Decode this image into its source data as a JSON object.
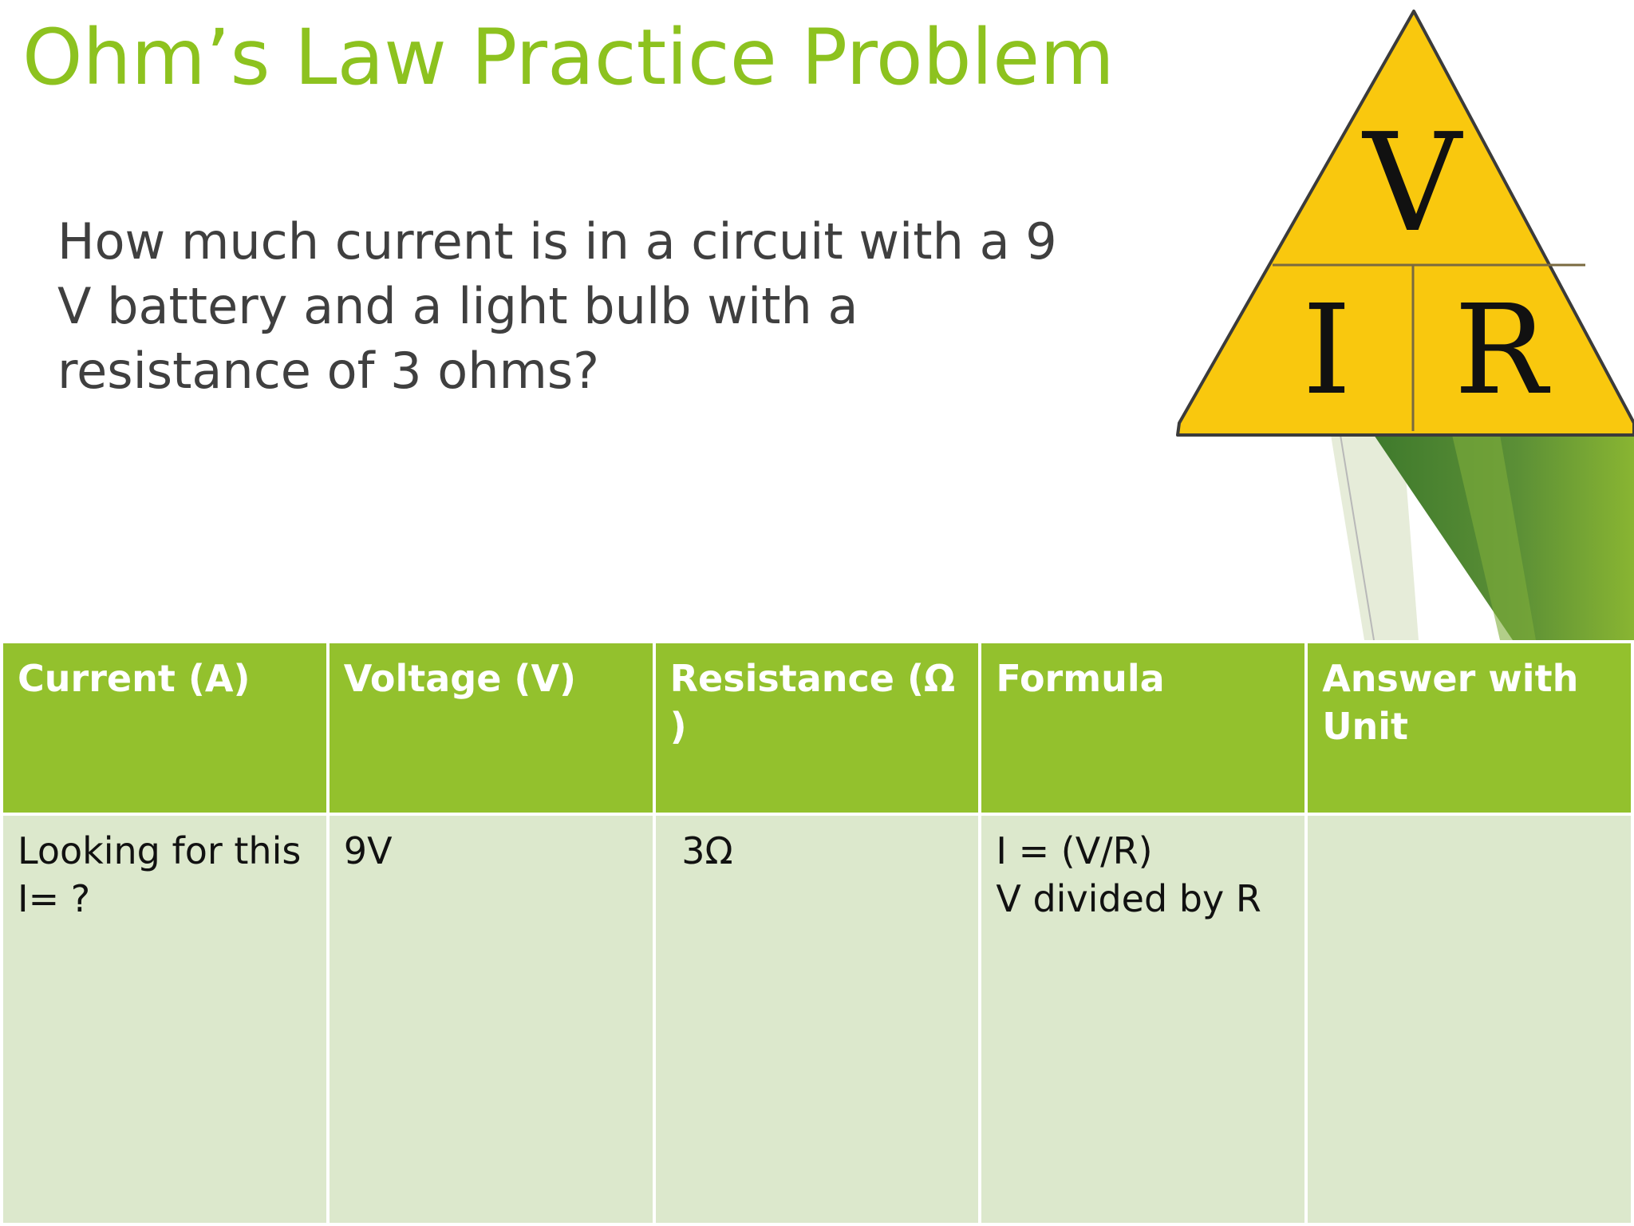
{
  "slide": {
    "title": "Ohm’s Law Practice Problem",
    "question_lines": [
      "How much current is in a circuit with a 9",
      "V battery and a light bulb with a",
      "resistance of 3 ohms?"
    ]
  },
  "triangle": {
    "top_letter": "V",
    "bottom_left_letter": "I",
    "bottom_right_letter": "R",
    "fill_color": "#f9c80e"
  },
  "table": {
    "headers": [
      "Current (A)",
      "Voltage (V)",
      "Resistance (Ω )",
      "Formula",
      "Answer with Unit"
    ],
    "rows": [
      {
        "current": [
          "Looking for this",
          "I= ?"
        ],
        "voltage": "9V",
        "resistance": " 3Ω",
        "formula": [
          "I = (V/R)",
          "V divided by R"
        ],
        "answer": ""
      }
    ]
  },
  "colors": {
    "title_green": "#8dc21f",
    "header_green": "#93c12d",
    "row_green": "#dce8cc",
    "question_gray": "#3f3f3f",
    "decor_dark_green": "#4a7f2a",
    "decor_light_green": "#8bb631"
  }
}
